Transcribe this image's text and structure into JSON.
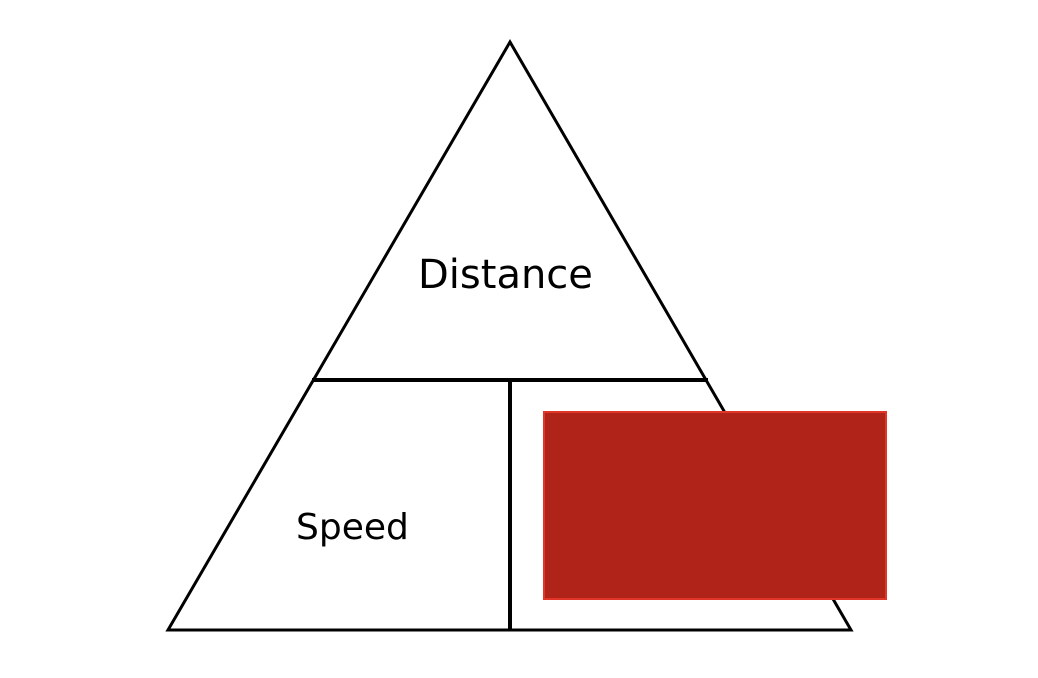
{
  "diagram": {
    "type": "formula-triangle",
    "top": {
      "label": "Distance"
    },
    "bottom_left": {
      "label": "Speed"
    },
    "bottom_right": {
      "label": "",
      "obscured_by": "red-box"
    }
  },
  "colors": {
    "stroke": "#000000",
    "background": "#ffffff",
    "box_fill": "#b02318",
    "box_border": "#e03528"
  }
}
